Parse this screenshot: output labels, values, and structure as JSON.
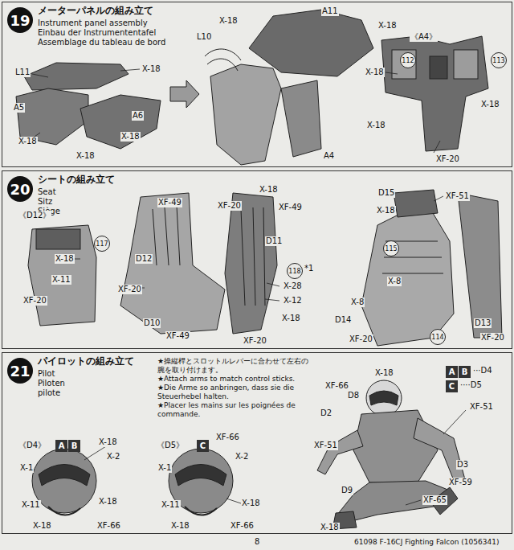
{
  "diagram": {
    "nodes": [
      {
        "text": [
          "メーターパネルの組み立て",
          "Instrument panel assembly",
          "Einbau der Instrumententafel",
          "Assemblage du tableau de bord"
        ]
      },
      {
        "text": [
          "19"
        ],
        "in": 0
      },
      {
        "text": [
          "112"
        ],
        "in": 0
      },
      {
        "text": [
          "113"
        ],
        "in": 0
      },
      {
        "text": [
          "シートの組み立て",
          "Seat",
          "Sitz",
          "Siège"
        ]
      },
      {
        "text": [
          "20"
        ],
        "in": 4
      },
      {
        "text": [
          "117"
        ],
        "in": 4
      },
      {
        "text": [
          "118"
        ],
        "in": 4
      },
      {
        "text": [
          "115"
        ],
        "in": 4
      },
      {
        "text": [
          "114"
        ],
        "in": 4
      },
      {
        "text": [
          "パイロットの組み立て",
          "Pilot",
          "Piloten",
          "pilote"
        ]
      },
      {
        "text": [
          "21"
        ],
        "in": 10
      },
      {
        "text": [
          "A"
        ],
        "in": 10
      },
      {
        "text": [
          "B"
        ],
        "in": 10
      },
      {
        "text": [
          "C"
        ],
        "in": 10
      },
      {
        "text": [
          "A"
        ],
        "in": 10
      },
      {
        "text": [
          "B"
        ],
        "in": 10
      },
      {
        "text": [
          "C"
        ],
        "in": 10
      }
    ],
    "labels": [
      "L11",
      "X-18",
      "A5",
      "X-18",
      "X-18",
      "A6",
      "X-18",
      "L10",
      "X-18",
      "A11",
      "X-18",
      "A4",
      "《A4》",
      "X-18",
      "X-18",
      "X-18",
      "XF-20",
      "《D12》",
      "X-18",
      "X-11",
      "XF-20",
      "XF-49",
      "D12",
      "XF-20",
      "D10",
      "XF-49",
      "XF-20",
      "X-18",
      "XF-49",
      "D11",
      "*1",
      "X-28",
      "X-12",
      "X-18",
      "XF-20",
      "D15",
      "XF-51",
      "X-18",
      "X-8",
      "X-8",
      "D14",
      "XF-20",
      "D13",
      "XF-20",
      "★操縦桿とスロットルレバーに合わせて左右の腕を取り付けます。",
      "★Attach arms to match control sticks.",
      "★Die Arme so anbringen, dass sie die Steuerhebel halten.",
      "★Placer les mains sur les poignées de commande.",
      "···D4",
      "····D5",
      "《D4》",
      "X-18",
      "X-2",
      "X-1",
      "X-11",
      "X-18",
      "X-18",
      "XF-66",
      "《D5》",
      "XF-66",
      "X-2",
      "X-1",
      "X-11",
      "X-18",
      "X-18",
      "XF-66",
      "X-18",
      "XF-66",
      "D8",
      "D2",
      "XF-51",
      "XF-51",
      "D3",
      "XF-59",
      "D9",
      "XF-65",
      "X-18",
      "8",
      "61098 F-16CJ Fighting Falcon (1056341)"
    ]
  }
}
